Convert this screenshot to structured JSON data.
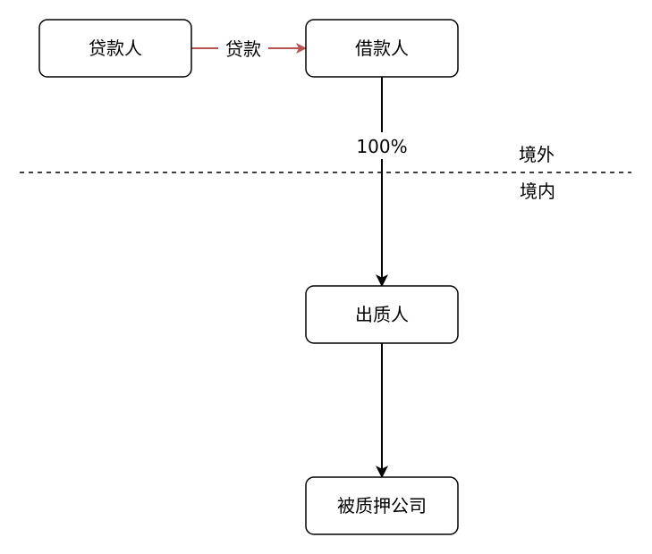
{
  "nodes": {
    "lender": "贷款人",
    "borrower": "借款人",
    "pledgor": "出质人",
    "pledged_company": "被质押公司"
  },
  "edges": {
    "loan_label": "贷款",
    "ownership_label": "100%"
  },
  "boundary": {
    "offshore_label": "境外",
    "onshore_label": "境内"
  },
  "colors": {
    "loan_arrow": "#b85450",
    "default_arrow": "#000000"
  }
}
